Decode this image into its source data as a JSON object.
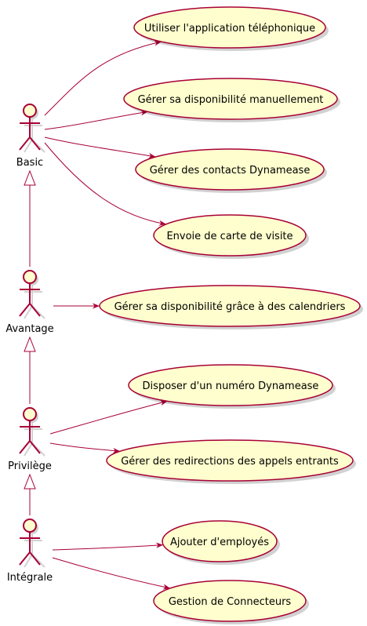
{
  "colors": {
    "background": "#ffffff",
    "fill": "#FEFECE",
    "stroke": "#A80036",
    "text": "#000000"
  },
  "actors": [
    {
      "id": "basic",
      "label": "Basic"
    },
    {
      "id": "avantage",
      "label": "Avantage"
    },
    {
      "id": "privilege",
      "label": "Privilège"
    },
    {
      "id": "integrale",
      "label": "Intégrale"
    }
  ],
  "use_cases": [
    {
      "id": "uc1",
      "label": "Utiliser l'application téléphonique"
    },
    {
      "id": "uc2",
      "label": "Gérer sa disponibilité manuellement"
    },
    {
      "id": "uc3",
      "label": "Gérer des contacts Dynamease"
    },
    {
      "id": "uc4",
      "label": "Envoie de carte de visite"
    },
    {
      "id": "uc5",
      "label": "Gérer sa disponibilité grâce à des calendriers"
    },
    {
      "id": "uc6",
      "label": "Disposer d'un numéro Dynamease"
    },
    {
      "id": "uc7",
      "label": "Gérer des redirections des appels entrants"
    },
    {
      "id": "uc8",
      "label": "Ajouter d'employés"
    },
    {
      "id": "uc9",
      "label": "Gestion de Connecteurs"
    }
  ],
  "associations": [
    {
      "from": "basic",
      "to": "uc1"
    },
    {
      "from": "basic",
      "to": "uc2"
    },
    {
      "from": "basic",
      "to": "uc3"
    },
    {
      "from": "basic",
      "to": "uc4"
    },
    {
      "from": "avantage",
      "to": "uc5"
    },
    {
      "from": "privilege",
      "to": "uc6"
    },
    {
      "from": "privilege",
      "to": "uc7"
    },
    {
      "from": "integrale",
      "to": "uc8"
    },
    {
      "from": "integrale",
      "to": "uc9"
    }
  ],
  "generalizations": [
    {
      "child": "avantage",
      "parent": "basic"
    },
    {
      "child": "privilege",
      "parent": "avantage"
    },
    {
      "child": "integrale",
      "parent": "privilege"
    }
  ]
}
